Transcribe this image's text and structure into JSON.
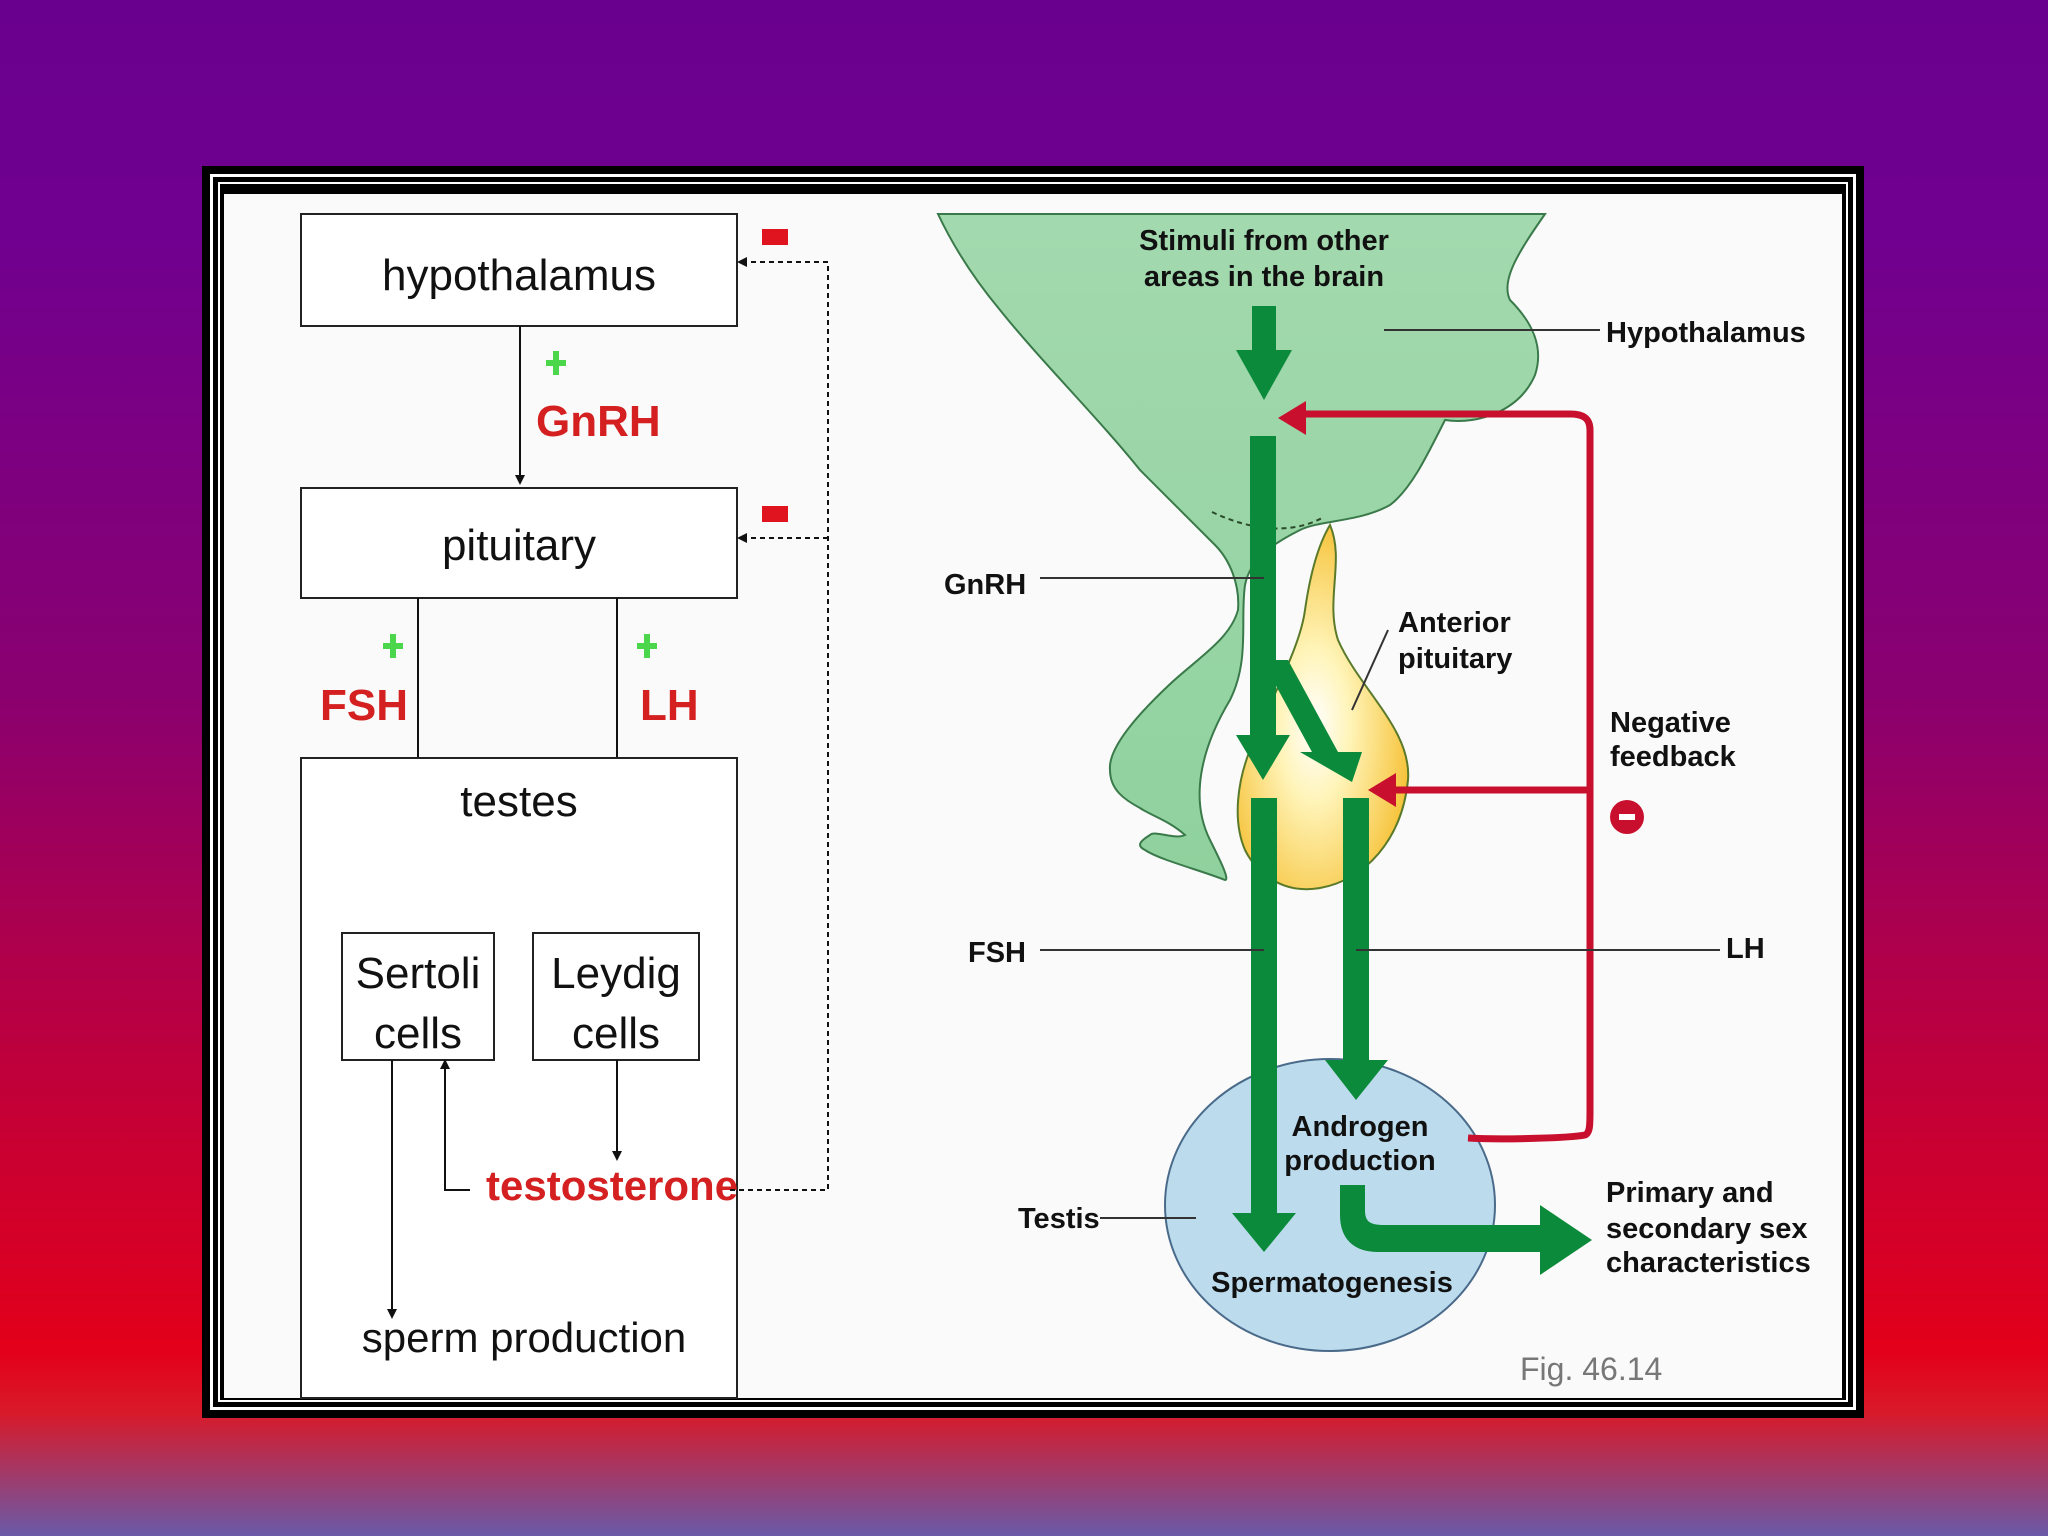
{
  "colors": {
    "background_top": "#6a008e",
    "background_bottom": "#e3001a",
    "hormone_red": "#d42020",
    "plus_green": "#4cd64c",
    "arrow_green": "#0a8a3a",
    "feedback_red": "#c8102e",
    "brain_green": "#8fd19e",
    "pituitary_yellow": "#f7c844",
    "testis_blue": "#bcdcee"
  },
  "flowchart": {
    "hypothalamus": "hypothalamus",
    "gnrh": "GnRH",
    "pituitary": "pituitary",
    "fsh": "FSH",
    "lh": "LH",
    "testes": "testes",
    "sertoli_line1": "Sertoli",
    "sertoli_line2": "cells",
    "leydig_line1": "Leydig",
    "leydig_line2": "cells",
    "testosterone": "testosterone",
    "sperm_production": "sperm production"
  },
  "anatomy": {
    "stimuli_line1": "Stimuli from other",
    "stimuli_line2": "areas in the brain",
    "hypothalamus": "Hypothalamus",
    "gnrh": "GnRH",
    "anterior_pituitary_line1": "Anterior",
    "anterior_pituitary_line2": "pituitary",
    "negative_line1": "Negative",
    "negative_line2": "feedback",
    "fsh": "FSH",
    "lh": "LH",
    "androgen_line1": "Androgen",
    "androgen_line2": "production",
    "testis": "Testis",
    "spermatogenesis": "Spermatogenesis",
    "sex_line1": "Primary and",
    "sex_line2": "secondary sex",
    "sex_line3": "characteristics",
    "figure_number": "Fig. 46.14"
  }
}
